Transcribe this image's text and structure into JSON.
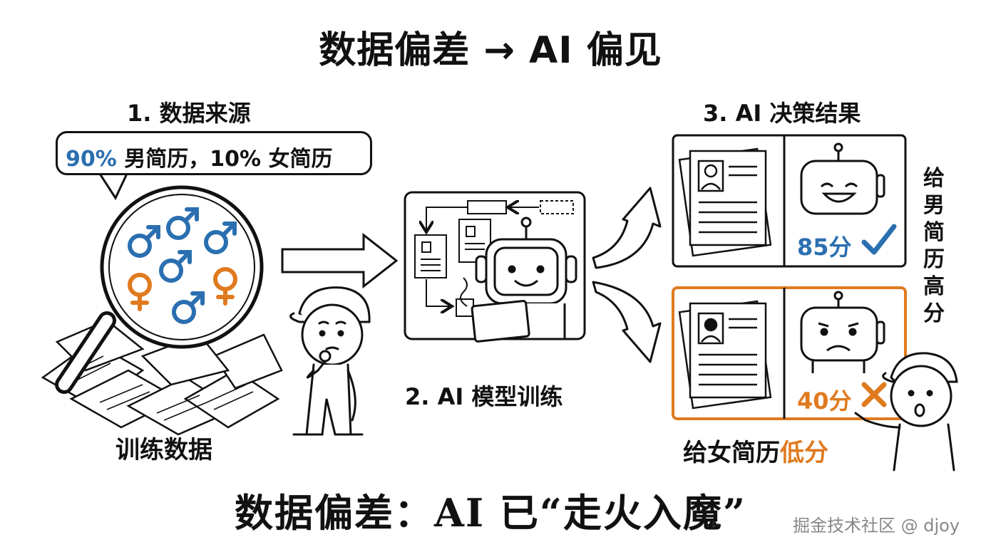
{
  "title": "数据偏差 → AI 偏见",
  "section1": {
    "heading": "1. 数据来源",
    "bubble": {
      "pct_male": "90%",
      "label_male": "男简历，",
      "pct_female": "10%",
      "label_female": "女简历"
    },
    "bottom_label": "训练数据"
  },
  "section2": {
    "heading": "2. AI 模型训练"
  },
  "section3": {
    "heading": "3. AI 决策结果",
    "male_score": "85分",
    "female_score": "40分",
    "male_label": "给男简历高分",
    "female_label_prefix": "给女简历",
    "female_label_highlight": "低分"
  },
  "footer": "数据偏差：AI 已“走火入魔”",
  "watermark": "掘金技术社区 @ djoy",
  "colors": {
    "blue": "#2a6fb0",
    "orange": "#e07a1f",
    "ink": "#111111"
  }
}
